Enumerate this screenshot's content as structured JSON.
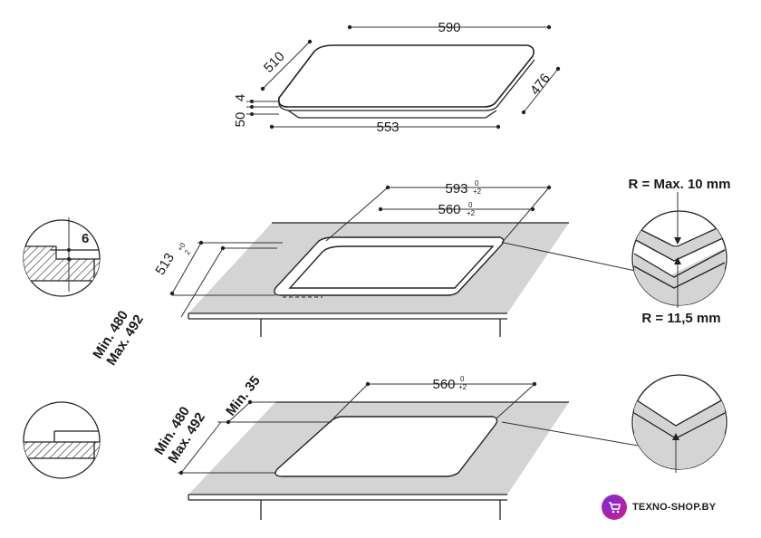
{
  "top_view": {
    "width": "590",
    "depth": "510",
    "glass_thickness": "4",
    "total_height": "50",
    "base_width": "553",
    "base_depth": "476"
  },
  "flush_install": {
    "cutout_outer_width": "593",
    "cutout_outer_width_tol_top": "0",
    "cutout_outer_width_tol_bottom": "+2",
    "cutout_inner_width": "560",
    "cutout_inner_width_tol_top": "0",
    "cutout_inner_width_tol_bottom": "+2",
    "cutout_outer_depth": "513",
    "cutout_outer_depth_tol_top": "+0",
    "cutout_outer_depth_tol_bottom": "2",
    "depth_min": "Min. 480",
    "depth_max": "Max. 492",
    "recess_depth": "6",
    "corner_outer": "R = Max. 10 mm",
    "corner_inner": "R = 11,5 mm"
  },
  "standard_install": {
    "cutout_width": "560",
    "cutout_width_tol_top": "0",
    "cutout_width_tol_bottom": "+2",
    "min_wall": "Min. 35",
    "depth_min": "Min. 480",
    "depth_max": "Max. 492"
  },
  "watermark": {
    "text": "TEXNO-SHOP.BY",
    "icon": "cart-icon"
  }
}
